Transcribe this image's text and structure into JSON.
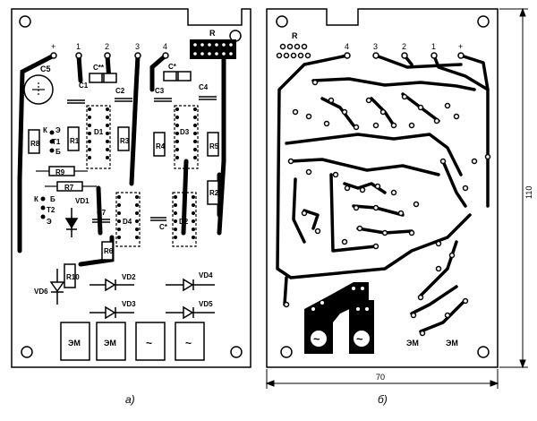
{
  "view_a": {
    "caption": "а)",
    "top_labels": [
      "+",
      "1",
      "2",
      "3",
      "4",
      "R"
    ],
    "components": {
      "c5": "C5",
      "c_top1": "C**",
      "c_top2": "C*",
      "c1": "C1",
      "c2": "C2",
      "c3": "C3",
      "c4": "C4",
      "d1": "D1",
      "d3": "D3",
      "r1": "R1",
      "r3": "R3",
      "r4": "R4",
      "r5": "R5",
      "r8": "R8",
      "k1": "К",
      "e1": "Э",
      "t1": "T1",
      "b1": "Б",
      "r9": "R9",
      "r7": "R7",
      "k2": "К",
      "b2": "Б",
      "t2": "T2",
      "e2": "Э",
      "vd1": "VD1",
      "c7": "C7",
      "d4": "D4",
      "c_small": "C*",
      "d2": "D2",
      "r2": "R2",
      "r6": "R6",
      "r10": "R10",
      "vd6": "VD6",
      "vd2": "VD2",
      "vd4": "VD4",
      "vd3": "VD3",
      "vd5": "VD5"
    },
    "relays": [
      "ЭМ",
      "ЭМ",
      "~",
      "~"
    ]
  },
  "view_b": {
    "caption": "б)",
    "r_label": "R",
    "top_labels": [
      "4",
      "3",
      "2",
      "1",
      "+"
    ],
    "tilde": [
      "~",
      "~"
    ],
    "em": [
      "ЭМ",
      "ЭМ"
    ],
    "dim_width": "70",
    "dim_height": "110"
  }
}
